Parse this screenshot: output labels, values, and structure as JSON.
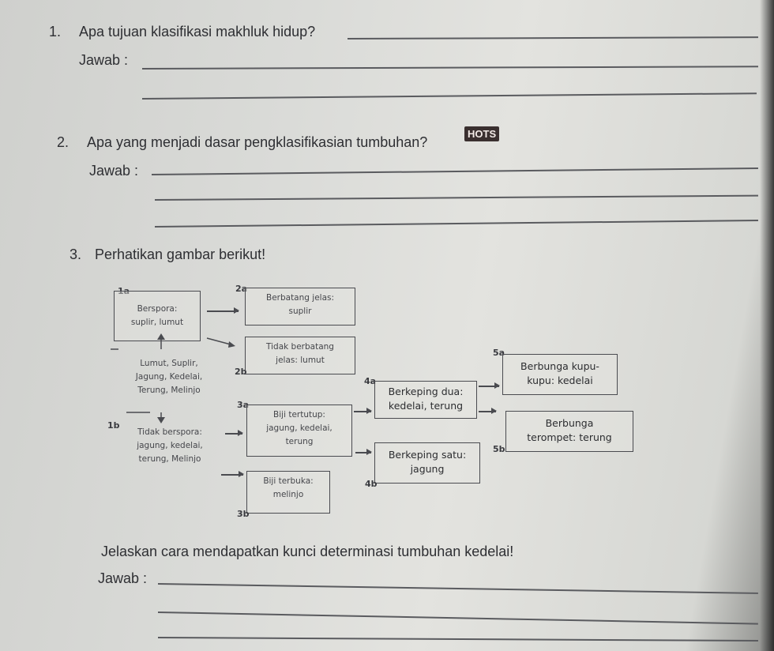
{
  "q1": {
    "number": "1.",
    "text": "Apa tujuan klasifikasi  makhluk hidup?",
    "answer_label": "Jawab :"
  },
  "q2": {
    "number": "2.",
    "text": "Apa yang menjadi dasar pengklasifikasian tumbuhan?",
    "badge": "HOTS",
    "answer_label": "Jawab :"
  },
  "q3": {
    "number": "3.",
    "text": "Perhatikan gambar berikut!",
    "instruction": "Jelaskan cara mendapatkan kunci determinasi tumbuhan kedelai!",
    "answer_label": "Jawab :"
  },
  "diagram": {
    "b1a": {
      "code": "1a",
      "line1": "Berspora:",
      "line2": "suplir, lumut"
    },
    "b_center": {
      "line1": "Lumut, Suplir,",
      "line2": "Jagung, Kedelai,",
      "line3": "Terung, Melinjo"
    },
    "b1b": {
      "code": "1b",
      "line1": "Tidak berspora:",
      "line2": "jagung, kedelai,",
      "line3": "terung, Melinjo"
    },
    "b2a": {
      "code": "2a",
      "line1": "Berbatang jelas:",
      "line2": "suplir"
    },
    "b2b": {
      "code": "2b",
      "line1": "Tidak berbatang",
      "line2": "jelas: lumut"
    },
    "b3a": {
      "code": "3a",
      "line1": "Biji tertutup:",
      "line2": "jagung, kedelai,",
      "line3": "terung"
    },
    "b3b": {
      "code": "3b",
      "line1": "Biji terbuka:",
      "line2": "melinjo"
    },
    "b4a": {
      "code": "4a",
      "line1": "Berkeping dua:",
      "line2": "kedelai, terung"
    },
    "b4b": {
      "code": "4b",
      "line1": "Berkeping satu:",
      "line2": "jagung"
    },
    "b5a": {
      "code": "5a",
      "line1": "Berbunga kupu-",
      "line2": "kupu: kedelai"
    },
    "b5b": {
      "code": "5b",
      "line1": "Berbunga",
      "line2": "terompet: terung"
    }
  }
}
